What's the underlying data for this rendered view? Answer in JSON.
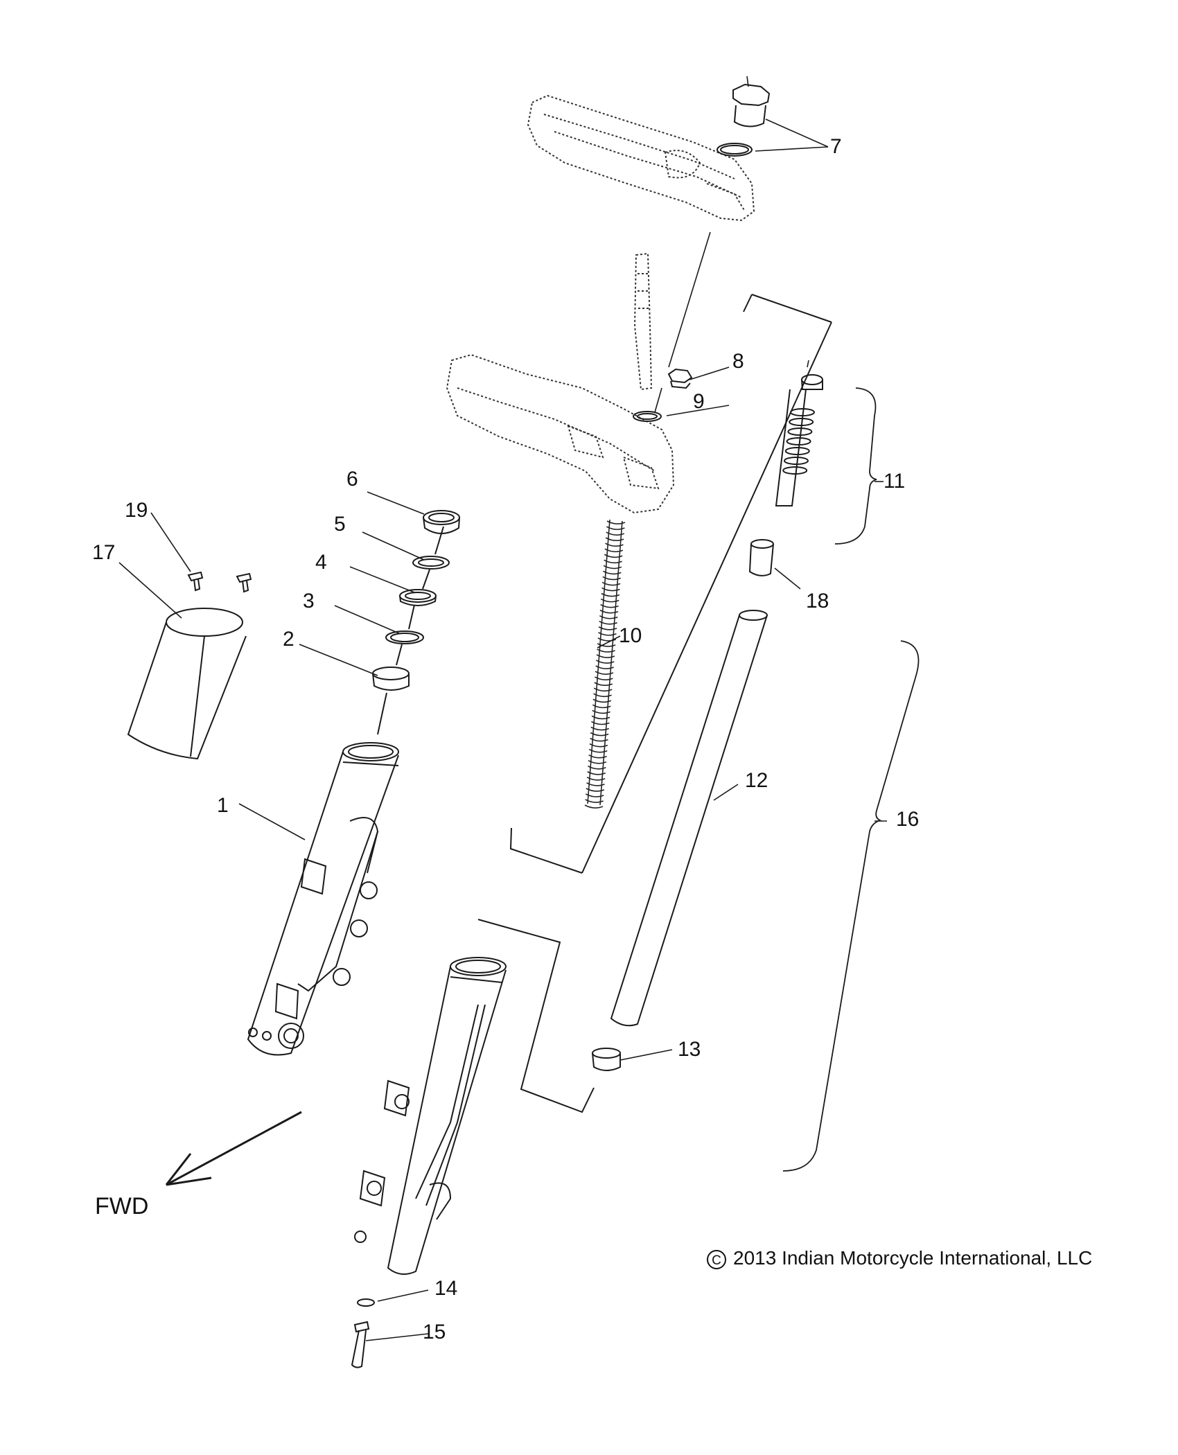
{
  "diagram": {
    "callouts": [
      {
        "id": "1",
        "label": "1"
      },
      {
        "id": "2",
        "label": "2"
      },
      {
        "id": "3",
        "label": "3"
      },
      {
        "id": "4",
        "label": "4"
      },
      {
        "id": "5",
        "label": "5"
      },
      {
        "id": "6",
        "label": "6"
      },
      {
        "id": "7",
        "label": "7"
      },
      {
        "id": "8",
        "label": "8"
      },
      {
        "id": "9",
        "label": "9"
      },
      {
        "id": "10",
        "label": "10"
      },
      {
        "id": "11",
        "label": "11"
      },
      {
        "id": "12",
        "label": "12"
      },
      {
        "id": "13",
        "label": "13"
      },
      {
        "id": "14",
        "label": "14"
      },
      {
        "id": "15",
        "label": "15"
      },
      {
        "id": "16",
        "label": "16"
      },
      {
        "id": "17",
        "label": "17"
      },
      {
        "id": "18",
        "label": "18"
      },
      {
        "id": "19",
        "label": "19"
      }
    ],
    "direction_label": "FWD",
    "copyright_symbol": "C",
    "copyright_text": "2013 Indian Motorcycle International, LLC",
    "line_color": "#1a1a1a"
  }
}
